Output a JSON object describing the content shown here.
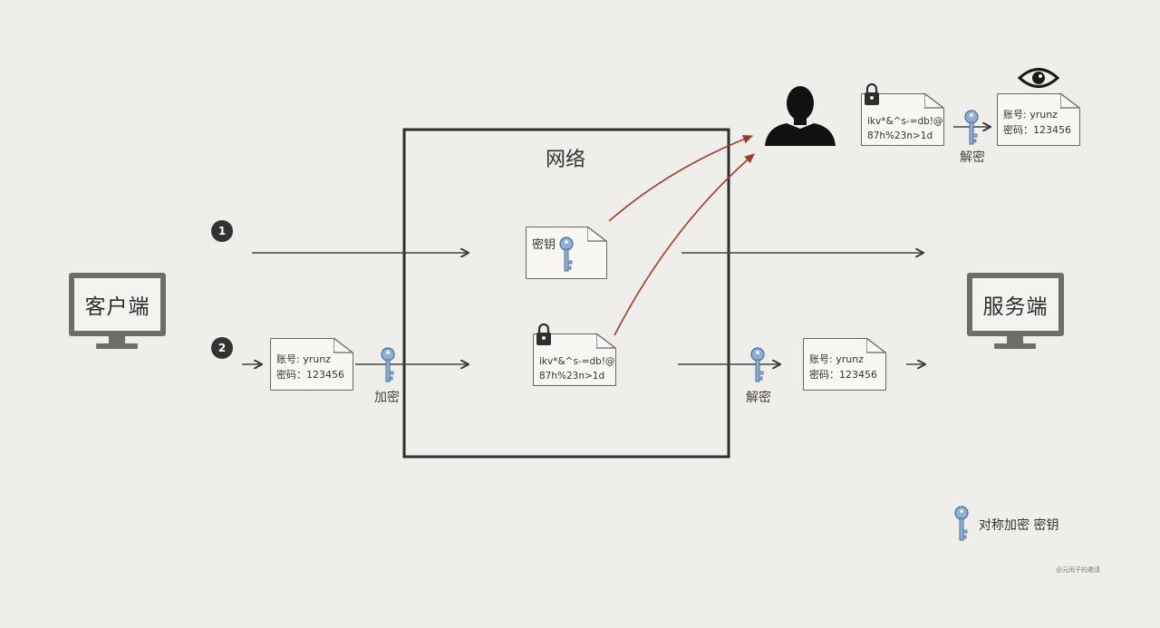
{
  "client_label": "客户端",
  "server_label": "服务端",
  "network_label": "网络",
  "step_badges": [
    "1",
    "2"
  ],
  "key_doc_label": "密钥",
  "plain_doc": {
    "line1": "账号: yrunz",
    "line2": "密码：123456"
  },
  "cipher_doc": {
    "line1": "ikv*&^s-=db!@",
    "line2": "87h%23n>1d"
  },
  "encrypt_label": "加密",
  "decrypt_label": "解密",
  "legend_label": "对称加密 密钥",
  "watermark": "@元闰子的邀请",
  "icons": [
    "key-icon",
    "lock-icon",
    "eye-icon",
    "attacker-silhouette-icon",
    "monitor-icon"
  ],
  "colors": {
    "key": "#8fb0d6",
    "attack_arrow": "#a33a2c",
    "ink": "#333333"
  }
}
